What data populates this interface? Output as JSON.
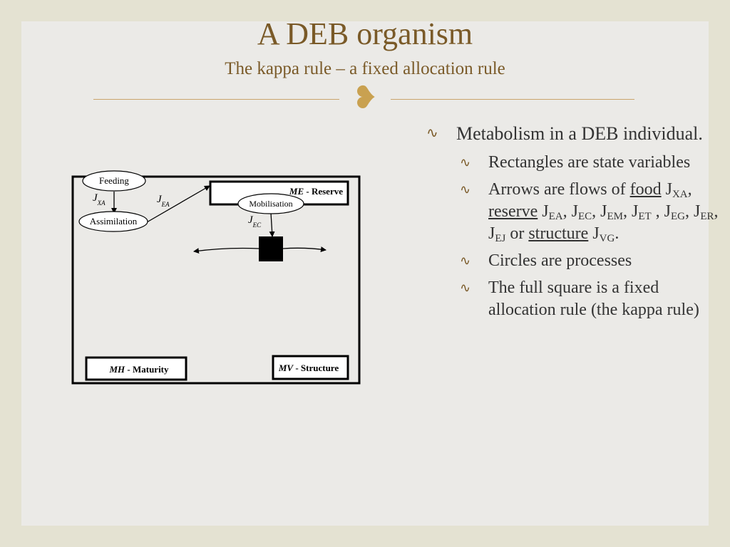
{
  "slide": {
    "title": "A DEB organism",
    "subtitle": "The kappa rule – a fixed allocation rule",
    "ornament_icon": "fleuron-ornament",
    "accent_color": "#7a5a28",
    "rule_color": "#c9a56b"
  },
  "diagram": {
    "processes": {
      "feeding": "Feeding",
      "assimilation": "Assimilation",
      "mobilisation": "Mobilisation"
    },
    "states": {
      "reserve": {
        "symbol": "ME",
        "label": " - Reserve"
      },
      "maturity": {
        "symbol": "MH",
        "label": " - Maturity"
      },
      "structure": {
        "symbol": "MV",
        "label": " - Structure"
      }
    },
    "flows": {
      "jxa": {
        "symbol": "J",
        "sub": "XA"
      },
      "jea": {
        "symbol": "J",
        "sub": "EA"
      },
      "jec": {
        "symbol": "J",
        "sub": "EC"
      }
    }
  },
  "bullets": {
    "b1": "Metabolism in a DEB individual.",
    "b2": "Rectangles are state variables",
    "b3": {
      "t1": "Arrows are flows of ",
      "food": "food",
      "j": "J",
      "s_xa": "XA",
      "c": ",",
      "reserve": "reserve",
      "s_ea": "EA",
      "s_ec": "EC",
      "s_em": "EM",
      "s_et": "ET",
      "c2": " ,",
      "s_eg": "EG",
      "s_er": "ER",
      "s_ej": "EJ",
      "or": "or",
      "structure": "structure",
      "s_vg": "VG",
      "dot": "."
    },
    "b4": "Circles are processes",
    "b5": "The full square is a fixed allocation rule (the kappa rule)"
  }
}
